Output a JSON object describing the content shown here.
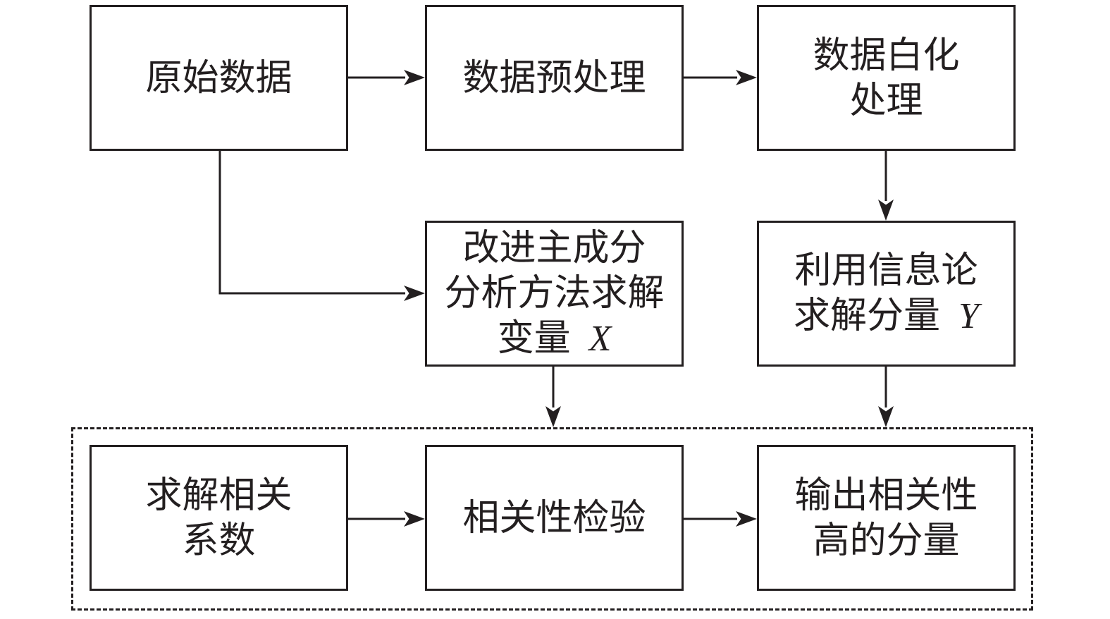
{
  "diagram": {
    "nodes": {
      "raw_data": {
        "lines": [
          "原始数据"
        ]
      },
      "preprocess": {
        "lines": [
          "数据预处理"
        ]
      },
      "whitening": {
        "lines": [
          "数据白化",
          "处理"
        ]
      },
      "improved_pca": {
        "lines": [
          "改进主成分",
          "分析方法求解"
        ],
        "last_line": "变量",
        "variable": "X"
      },
      "info_theory": {
        "lines": [
          "利用信息论"
        ],
        "last_line": "求解分量",
        "variable": "Y"
      },
      "corr_coef": {
        "lines": [
          "求解相关",
          "系数"
        ]
      },
      "corr_test": {
        "lines": [
          "相关性检验"
        ]
      },
      "output": {
        "lines": [
          "输出相关性",
          "高的分量"
        ]
      }
    }
  },
  "colors": {
    "stroke": "#231f20",
    "background": "#ffffff"
  }
}
